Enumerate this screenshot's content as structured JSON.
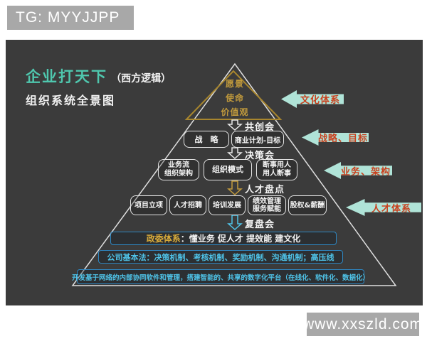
{
  "badges": {
    "telegram": "TG: MYYJJPP",
    "website": "www.xxszld.com"
  },
  "title": {
    "main": "企业打天下",
    "paren": "（西方逻辑）",
    "subtitle": "组织系统全景图"
  },
  "apex": {
    "l1": "愿景",
    "l2": "使命",
    "l3": "价值观"
  },
  "meetings": {
    "m1": "共创会",
    "m2": "决策会",
    "m3": "人才盘点",
    "m4": "复盘会"
  },
  "row1": {
    "strategy": "战　略",
    "plan": "商业计划-目标"
  },
  "row2": {
    "b1l1": "业务流",
    "b1l2": "组织架构",
    "b2": "组织模式",
    "b3l1": "断事用人",
    "b3l2": "用人断事"
  },
  "row3": {
    "b1": "项目立项",
    "b2": "人才招聘",
    "b3": "培训发展",
    "b4l1": "绩效管理",
    "b4l2": "服务赋能",
    "b5": "股权&薪酬"
  },
  "bars": {
    "b1_label": "政委体系",
    "b1_text": "：懂业务  促人才  提效能  建文化",
    "b2": "公司基本法：决策机制、考核机制、奖励机制、沟通机制；高压线",
    "b3": "开发基于网络的内部协同软件和管理，搭建智能的、共享的数字化平台（在线化、软件化、数据化）"
  },
  "side_arrows": {
    "a1": "文化体系",
    "a2": "战略、目标",
    "a3": "业务、架构",
    "a4": "人才体系"
  },
  "colors": {
    "accent_teal": "#4fc7ae",
    "gold": "#c19a3c",
    "cyan": "#4fc3e8",
    "bar_border": "#2e86c1",
    "side_arrow_fill": "#b0e4d8",
    "side_arrow_text": "#c8401e",
    "panel_bg": "#3b3b3b",
    "badge_bg": "#a8a8a8"
  }
}
